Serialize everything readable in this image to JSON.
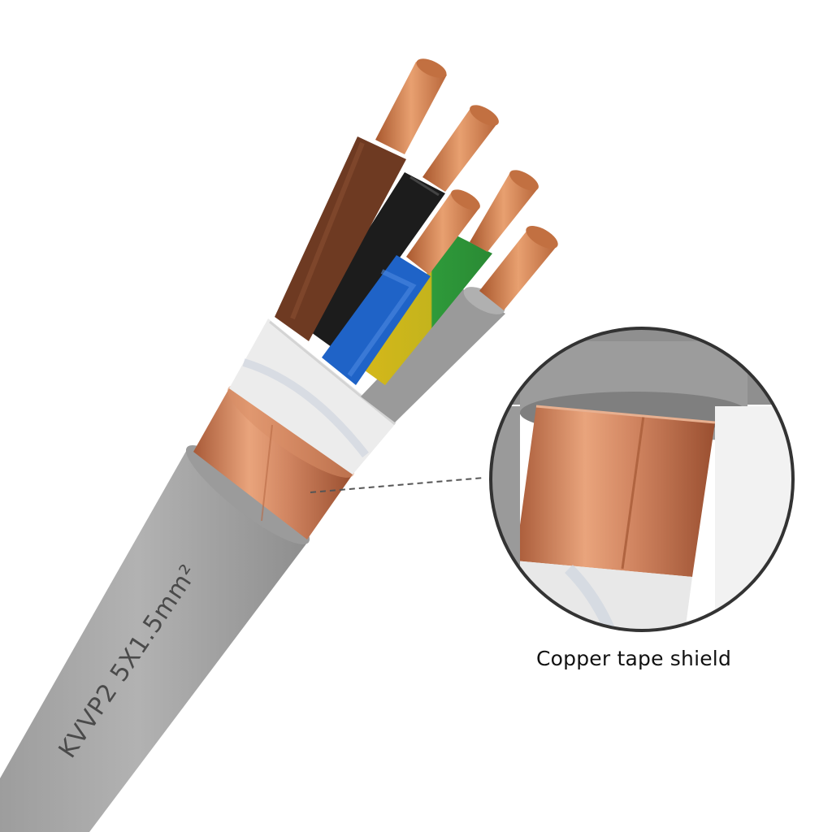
{
  "product": {
    "jacket_print": "KVVP2 5X1.5mm²"
  },
  "callout": {
    "label": "Copper tape shield"
  },
  "colors": {
    "background": "#ffffff",
    "outer_sheath": "#a9a9a9",
    "copper_tape": "#c77a55",
    "filler_wrap": "#e6e6e6",
    "conductor_copper": "#c87a4a",
    "core_brown": "#6e3a22",
    "core_black": "#1c1c1c",
    "core_blue": "#1f63c7",
    "core_yellow_green": "#c9b11a",
    "core_grey": "#9a9a9a",
    "callout_ring": "#333333",
    "leader_line": "#555555"
  },
  "cores": [
    {
      "name": "brown",
      "insulation": "brown-core-icon"
    },
    {
      "name": "black",
      "insulation": "black-core-icon"
    },
    {
      "name": "blue",
      "insulation": "blue-core-icon"
    },
    {
      "name": "yellow-green",
      "insulation": "yellow-green-core-icon"
    },
    {
      "name": "grey",
      "insulation": "grey-core-icon"
    }
  ]
}
